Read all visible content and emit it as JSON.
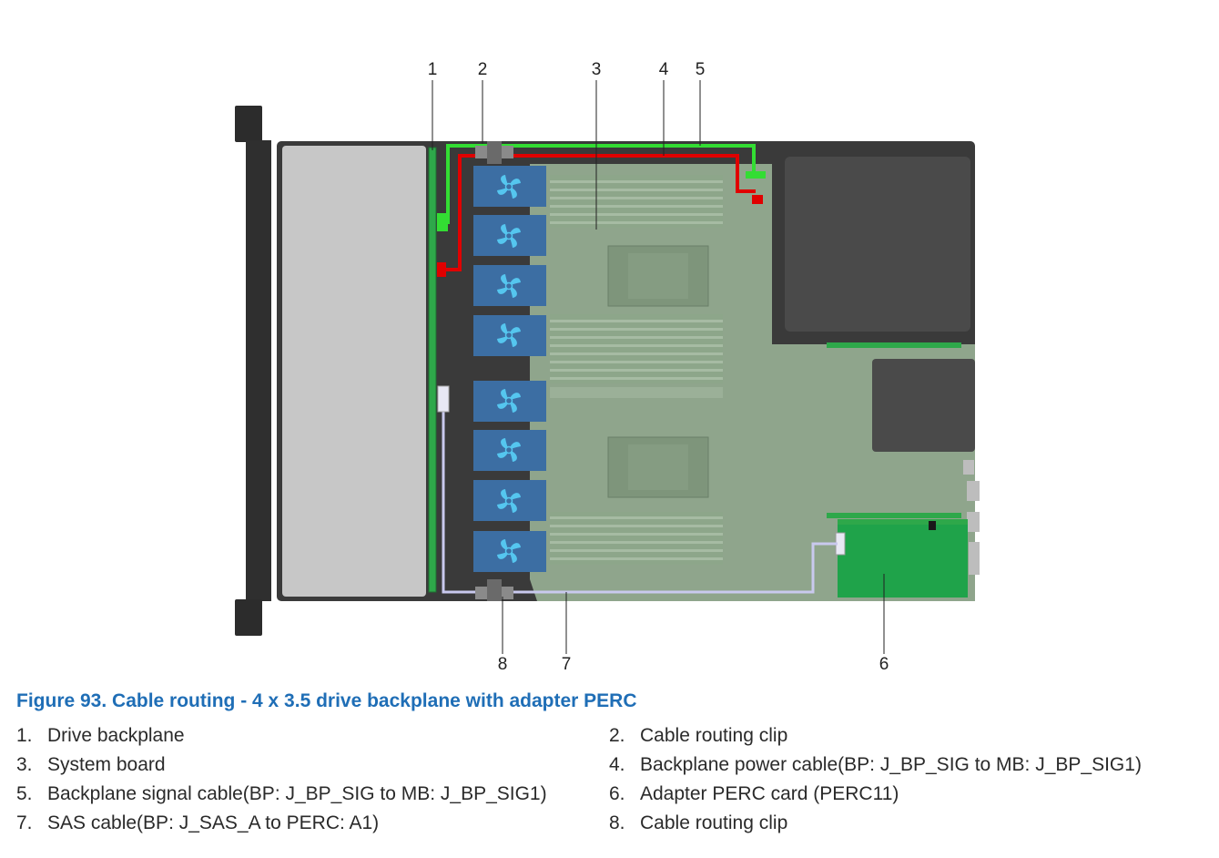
{
  "callouts": [
    "1",
    "2",
    "3",
    "4",
    "5",
    "6",
    "7",
    "8"
  ],
  "caption": "Figure 93. Cable routing - 4 x 3.5 drive backplane with adapter PERC",
  "legend": [
    {
      "num": "1.",
      "label": "Drive backplane"
    },
    {
      "num": "2.",
      "label": "Cable routing clip"
    },
    {
      "num": "3.",
      "label": "System board"
    },
    {
      "num": "4.",
      "label": "Backplane power cable(BP: J_BP_SIG to MB: J_BP_SIG1)"
    },
    {
      "num": "5.",
      "label": "Backplane signal cable(BP: J_BP_SIG to MB: J_BP_SIG1)"
    },
    {
      "num": "6.",
      "label": "Adapter PERC card (PERC11)"
    },
    {
      "num": "7.",
      "label": "SAS cable(BP: J_SAS_A to PERC: A1)"
    },
    {
      "num": "8.",
      "label": "Cable routing clip"
    }
  ],
  "colors": {
    "chassis": "#3a3a3a",
    "drive_bay": "#c7c7c7",
    "system_board": "#8fa58c",
    "fan": "#3c6ea3",
    "fan_blade": "#55c6ef",
    "signal_cable": "#33dd33",
    "power_cable": "#e00000",
    "sas_cable": "#c9c9ee",
    "perc_card": "#1fa34a",
    "psu": "#4a4a4a",
    "caption": "#1f6eb6"
  }
}
